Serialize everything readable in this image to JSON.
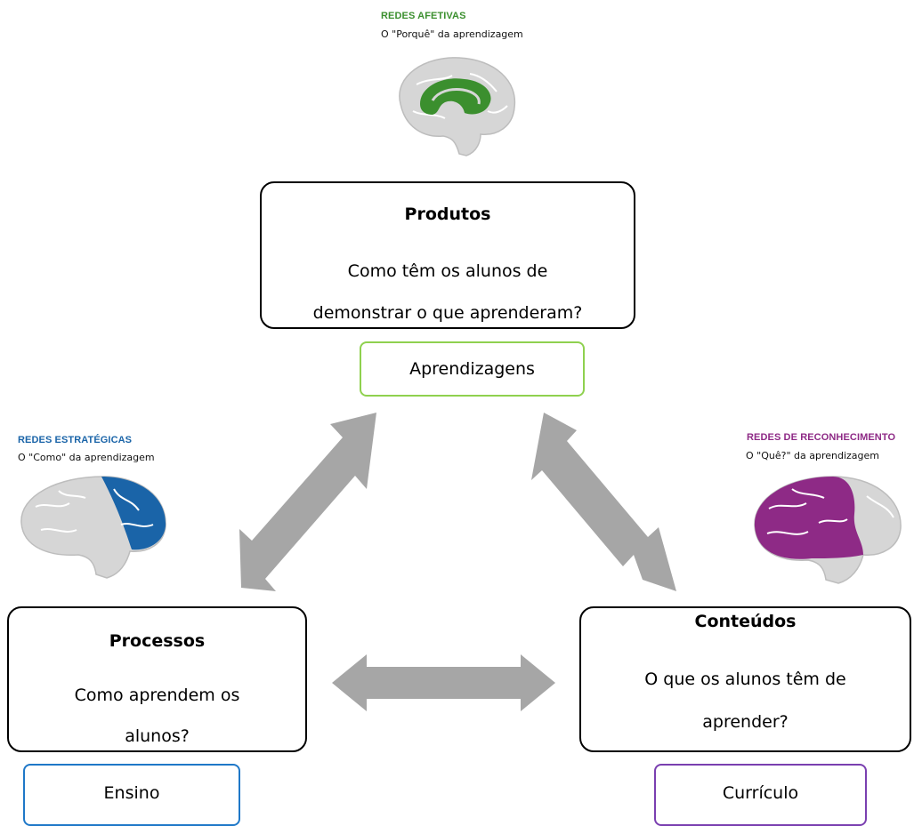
{
  "networks": {
    "affective": {
      "title": "REDES AFETIVAS",
      "subtitle": "O \"Porquê\" da aprendizagem",
      "color": "#3b8f2e"
    },
    "strategic": {
      "title": "REDES ESTRATÉGICAS",
      "subtitle": "O \"Como\" da aprendizagem",
      "color": "#1a64a8"
    },
    "recognition": {
      "title": "REDES DE RECONHECIMENTO",
      "subtitle": "O \"Quê?\" da aprendizagem",
      "color": "#8e2a86"
    }
  },
  "cards": {
    "produtos": {
      "title": "Produtos",
      "line1": "Como têm os alunos de",
      "line2": "demonstrar o que aprenderam?"
    },
    "processos": {
      "title": "Processos",
      "line1": "Como aprendem os",
      "line2": "alunos?"
    },
    "conteudos": {
      "title": "Conteúdos",
      "line1": "O que os alunos têm de",
      "line2": "aprender?"
    }
  },
  "tags": {
    "aprendizagens": {
      "label": "Aprendizagens",
      "color": "#8fd14f"
    },
    "ensino": {
      "label": "Ensino",
      "color": "#1f78c8"
    },
    "curriculo": {
      "label": "Currículo",
      "color": "#7a3fb0"
    }
  },
  "arrow_color": "#a6a6a6"
}
